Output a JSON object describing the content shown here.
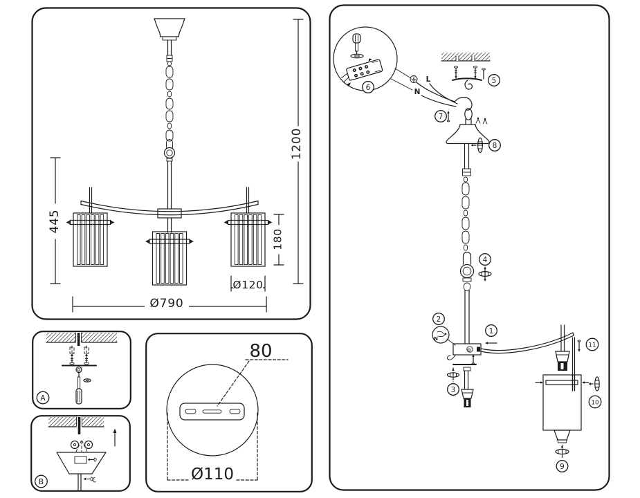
{
  "overall_drawing": {
    "total_drop_height": "1200",
    "body_height": "445",
    "shade_height": "180",
    "shade_diameter": "Ø120",
    "fixture_diameter": "Ø790"
  },
  "mounting_detail_a": {
    "label": "A"
  },
  "mounting_detail_b": {
    "label": "B"
  },
  "ceiling_plate_detail": {
    "slot_length": "80",
    "plate_diameter": "Ø110"
  },
  "assembly_diagram": {
    "wire_live_label": "L",
    "wire_neutral_label": "N",
    "bubble_wire_label": "N",
    "callouts": {
      "c1": "1",
      "c2": "2",
      "c3": "3",
      "c4": "4",
      "c5": "5",
      "c6": "6",
      "c7": "7",
      "c8": "8",
      "c9": "9",
      "c10": "10",
      "c11": "11"
    }
  }
}
